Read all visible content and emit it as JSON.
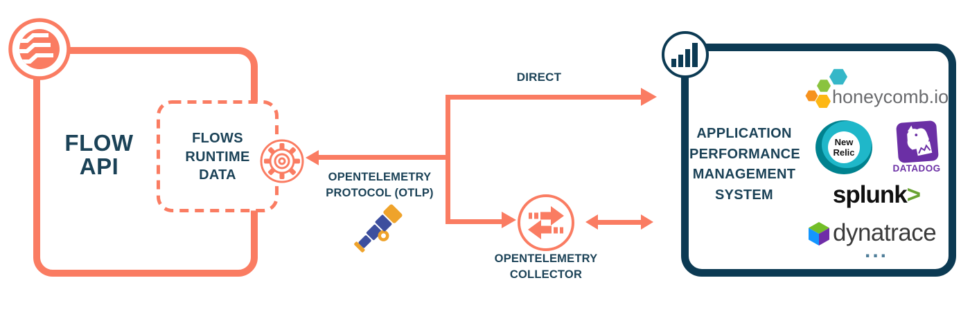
{
  "colors": {
    "coral": "#fa7c62",
    "navy_text": "#1b4257",
    "navy_border": "#0c3a53",
    "honeycomb_gray": "#6a6b6e",
    "datadog_purple": "#6b2fa5",
    "splunk_green": "#69a332",
    "newrelic_teal": "#1fb7c9",
    "dots_blue": "#4e7d99"
  },
  "flow_box": {
    "line1": "FLOW",
    "line2": "API"
  },
  "runtime_box": {
    "line1": "FLOWS",
    "line2": "RUNTIME",
    "line3": "DATA"
  },
  "direct": {
    "label": "DIRECT"
  },
  "otlp": {
    "line1": "OPENTELEMETRY",
    "line2": "PROTOCOL (OTLP)"
  },
  "collector": {
    "line1": "OPENTELEMETRY",
    "line2": "COLLECTOR"
  },
  "apm_box": {
    "line1": "APPLICATION",
    "line2": "PERFORMANCE",
    "line3": "MANAGEMENT",
    "line4": "SYSTEM"
  },
  "vendors": {
    "honeycomb": "honeycomb.io",
    "newrelic_line1": "New",
    "newrelic_line2": "Relic",
    "datadog": "DATADOG",
    "splunk": "splunk",
    "splunk_chevron": ">",
    "dynatrace": "dynatrace",
    "more": "..."
  }
}
